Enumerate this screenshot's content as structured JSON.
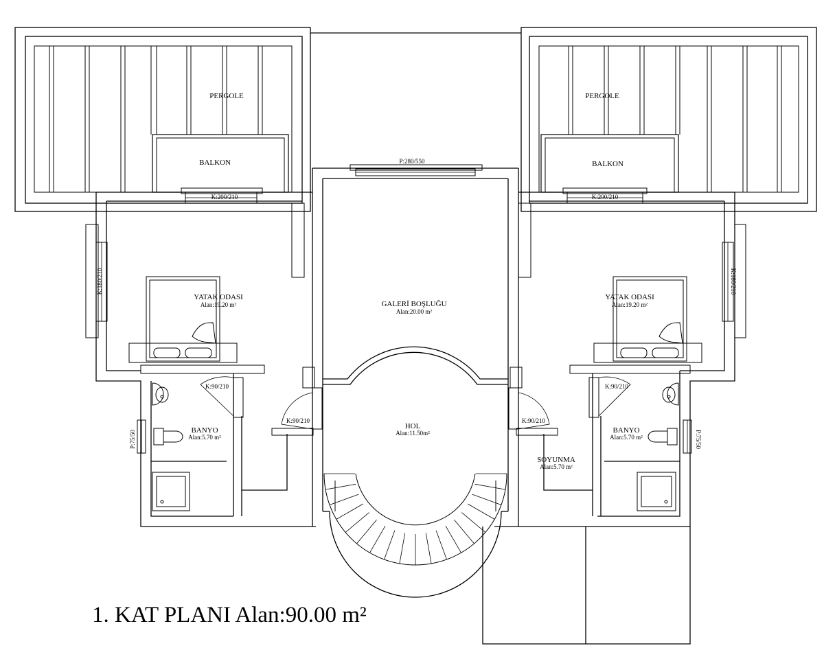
{
  "title": "1.  KAT   PLANI   Alan:90.00 m²",
  "rooms": {
    "pergole_left": "PERGOLE",
    "pergole_right": "PERGOLE",
    "balkon_left": "BALKON",
    "balkon_right": "BALKON",
    "yatak_left": {
      "name": "YATAK ODASI",
      "area": "Alan:19.20 m²"
    },
    "yatak_right": {
      "name": "YATAK ODASI",
      "area": "Alan:19.20 m²"
    },
    "galeri": {
      "name": "GALERİ BOŞLUĞU",
      "area": "Alan:20.00 m²"
    },
    "hol": {
      "name": "HOL",
      "area": "Alan:11.50m²"
    },
    "banyo_left": {
      "name": "BANYO",
      "area": "Alan:5.70 m²"
    },
    "banyo_right": {
      "name": "BANYO",
      "area": "Alan:5.70 m²"
    },
    "soyunma": {
      "name": "SOYUNMA",
      "area": "Alan:5.70 m²"
    }
  },
  "openings": {
    "galeri_window": "P:280/550",
    "k200_left": "K:200/210",
    "k200_right": "K:200/210",
    "k180_left": "K:180/210",
    "k180_right": "K:180/210",
    "k90_banyo_left": "K:90/210",
    "k90_hall_left": "K:90/210",
    "k90_hall_right": "K:90/210",
    "k90_banyo_right": "K:90/210",
    "p75_left": "P:75/50",
    "p75_right": "P:75/50"
  },
  "icons": [
    "washbasin-icon",
    "toilet-icon",
    "shower-tray-icon",
    "bed-icon",
    "spiral-stair-icon",
    "door-swing-icon"
  ]
}
